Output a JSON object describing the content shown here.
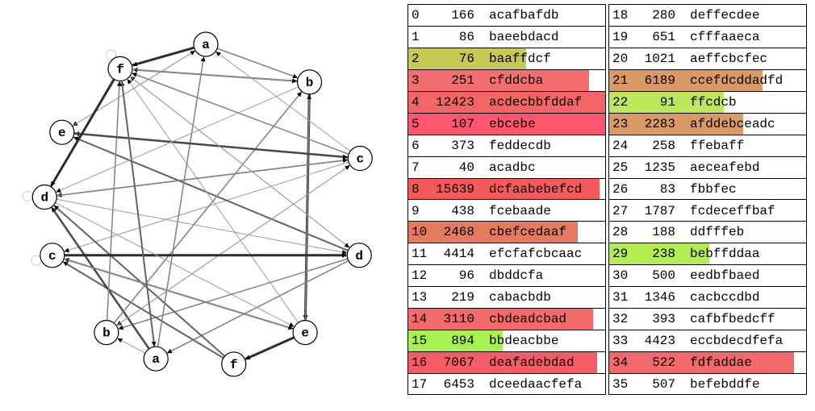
{
  "graph": {
    "nodes": [
      {
        "id": "a1",
        "label": "a",
        "angle": -90
      },
      {
        "id": "b1",
        "label": "b",
        "angle": -50
      },
      {
        "id": "c1",
        "label": "c",
        "angle": -17
      },
      {
        "id": "d1",
        "label": "d",
        "angle": 18
      },
      {
        "id": "e1",
        "label": "e",
        "angle": 52
      },
      {
        "id": "f1",
        "label": "f",
        "angle": 80
      },
      {
        "id": "a2",
        "label": "a",
        "angle": 108
      },
      {
        "id": "b2",
        "label": "b",
        "angle": 128
      },
      {
        "id": "c2",
        "label": "c",
        "angle": 162
      },
      {
        "id": "d2",
        "label": "d",
        "angle": 183
      },
      {
        "id": "e2",
        "label": "e",
        "angle": 207
      },
      {
        "id": "f2",
        "label": "f",
        "angle": 238
      }
    ],
    "self_loops": [
      "f2",
      "d2",
      "c2"
    ],
    "edges": [
      [
        "a1",
        "f2",
        3
      ],
      [
        "a1",
        "b1",
        1.5
      ],
      [
        "a1",
        "e2",
        1
      ],
      [
        "b1",
        "f2",
        2
      ],
      [
        "b1",
        "e1",
        3
      ],
      [
        "c1",
        "f2",
        1.5
      ],
      [
        "c1",
        "e2",
        2
      ],
      [
        "c1",
        "d2",
        1.5
      ],
      [
        "c1",
        "c2",
        1
      ],
      [
        "c1",
        "b2",
        1
      ],
      [
        "d1",
        "e2",
        2
      ],
      [
        "d1",
        "f2",
        1
      ],
      [
        "d1",
        "b2",
        1.5
      ],
      [
        "d1",
        "a2",
        1.5
      ],
      [
        "e1",
        "b1",
        1.5
      ],
      [
        "e1",
        "f2",
        1
      ],
      [
        "e1",
        "c2",
        2
      ],
      [
        "e1",
        "f1",
        3
      ],
      [
        "f1",
        "c2",
        2
      ],
      [
        "f1",
        "d2",
        2
      ],
      [
        "a2",
        "d2",
        2.5
      ],
      [
        "a2",
        "f2",
        1
      ],
      [
        "a2",
        "b2",
        1
      ],
      [
        "a2",
        "a1",
        1.5
      ],
      [
        "b2",
        "b1",
        1.5
      ],
      [
        "b2",
        "c1",
        1
      ],
      [
        "b2",
        "f2",
        1.5
      ],
      [
        "c2",
        "d1",
        3
      ],
      [
        "c2",
        "e1",
        1
      ],
      [
        "d2",
        "c1",
        1.5
      ],
      [
        "d2",
        "d1",
        1
      ],
      [
        "d2",
        "e1",
        1
      ],
      [
        "e2",
        "c1",
        2.5
      ],
      [
        "e2",
        "a1",
        1
      ],
      [
        "f2",
        "d2",
        3
      ],
      [
        "f2",
        "b1",
        1
      ],
      [
        "f2",
        "a2",
        2
      ],
      [
        "f2",
        "d1",
        1
      ],
      [
        "b1",
        "d2",
        1
      ],
      [
        "c1",
        "a1",
        1
      ]
    ]
  },
  "tables": {
    "left": [
      {
        "idx": "0",
        "count": "166",
        "code": "acafbafdb",
        "color": "",
        "fill": 0
      },
      {
        "idx": "1",
        "count": "86",
        "code": "baeebdacd",
        "color": "",
        "fill": 0
      },
      {
        "idx": "2",
        "count": "76",
        "code": "baaffdcf",
        "color": "#c8c855",
        "fill": 0.6
      },
      {
        "idx": "3",
        "count": "251",
        "code": "cfddcba",
        "color": "#f36e6e",
        "fill": 0.92
      },
      {
        "idx": "4",
        "count": "12423",
        "code": "acdecbbfddaf",
        "color": "#f56565",
        "fill": 1.0
      },
      {
        "idx": "5",
        "count": "107",
        "code": "ebcebe",
        "color": "#ff5670",
        "fill": 1.0
      },
      {
        "idx": "6",
        "count": "373",
        "code": "feddecdb",
        "color": "",
        "fill": 0
      },
      {
        "idx": "7",
        "count": "40",
        "code": "acadbc",
        "color": "",
        "fill": 0
      },
      {
        "idx": "8",
        "count": "15639",
        "code": "dcfaabebefcd",
        "color": "#f55a5a",
        "fill": 0.97
      },
      {
        "idx": "9",
        "count": "438",
        "code": "fcebaade",
        "color": "",
        "fill": 0
      },
      {
        "idx": "10",
        "count": "2468",
        "code": "cbefcedaaf",
        "color": "#e47a60",
        "fill": 0.86
      },
      {
        "idx": "11",
        "count": "4414",
        "code": "efcfafcbcaac",
        "color": "",
        "fill": 0
      },
      {
        "idx": "12",
        "count": "96",
        "code": "dbddcfa",
        "color": "",
        "fill": 0
      },
      {
        "idx": "13",
        "count": "219",
        "code": "cabacbdb",
        "color": "",
        "fill": 0
      },
      {
        "idx": "14",
        "count": "3110",
        "code": "cbdeadcbad",
        "color": "#f46a6a",
        "fill": 0.94
      },
      {
        "idx": "15",
        "count": "894",
        "code": "bbdeacbbe",
        "color": "#a6f34f",
        "fill": 0.48
      },
      {
        "idx": "16",
        "count": "7067",
        "code": "deafadebdad",
        "color": "#f65c65",
        "fill": 0.96
      },
      {
        "idx": "17",
        "count": "6453",
        "code": "dceedaacfefa",
        "color": "",
        "fill": 0
      }
    ],
    "right": [
      {
        "idx": "18",
        "count": "280",
        "code": "deffecdee",
        "color": "",
        "fill": 0
      },
      {
        "idx": "19",
        "count": "651",
        "code": "cfffaaeca",
        "color": "",
        "fill": 0
      },
      {
        "idx": "20",
        "count": "1021",
        "code": "aeffcbcfec",
        "color": "",
        "fill": 0
      },
      {
        "idx": "21",
        "count": "6189",
        "code": "ccefdcddadfd",
        "color": "#d99a66",
        "fill": 0.78
      },
      {
        "idx": "22",
        "count": "91",
        "code": "ffcdcb",
        "color": "#bde75a",
        "fill": 0.58
      },
      {
        "idx": "23",
        "count": "2283",
        "code": "afddebceadc",
        "color": "#d99a66",
        "fill": 0.68
      },
      {
        "idx": "24",
        "count": "258",
        "code": "ffebaff",
        "color": "",
        "fill": 0
      },
      {
        "idx": "25",
        "count": "1235",
        "code": "aeceafebd",
        "color": "",
        "fill": 0
      },
      {
        "idx": "26",
        "count": "83",
        "code": "fbbfec",
        "color": "",
        "fill": 0
      },
      {
        "idx": "27",
        "count": "1787",
        "code": "fcdeceffbaf",
        "color": "",
        "fill": 0
      },
      {
        "idx": "28",
        "count": "188",
        "code": "ddfffeb",
        "color": "",
        "fill": 0
      },
      {
        "idx": "29",
        "count": "238",
        "code": "bebffddaa",
        "color": "#b3ec52",
        "fill": 0.51
      },
      {
        "idx": "30",
        "count": "500",
        "code": "eedbfbaed",
        "color": "",
        "fill": 0
      },
      {
        "idx": "31",
        "count": "1346",
        "code": "cacbccdbd",
        "color": "",
        "fill": 0
      },
      {
        "idx": "32",
        "count": "393",
        "code": "cafbfbedcff",
        "color": "",
        "fill": 0
      },
      {
        "idx": "33",
        "count": "4423",
        "code": "eccbdecdfefa",
        "color": "",
        "fill": 0
      },
      {
        "idx": "34",
        "count": "522",
        "code": "fdfaddae",
        "color": "#f46a6a",
        "fill": 0.94
      },
      {
        "idx": "35",
        "count": "507",
        "code": "befebddfe",
        "color": "",
        "fill": 0
      }
    ]
  }
}
